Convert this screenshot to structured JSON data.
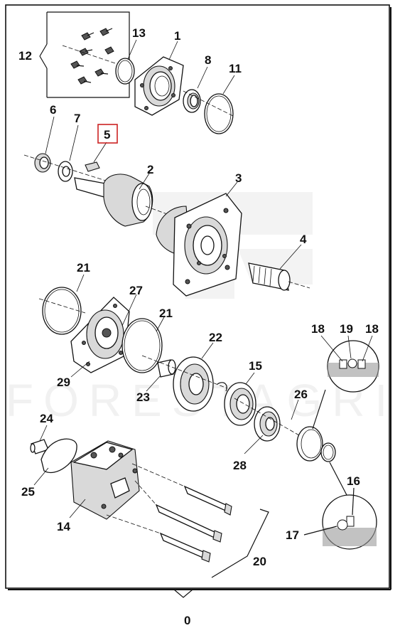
{
  "diagram": {
    "callouts": [
      {
        "id": "c1",
        "label": "1"
      },
      {
        "id": "c2",
        "label": "2"
      },
      {
        "id": "c3",
        "label": "3"
      },
      {
        "id": "c4",
        "label": "4"
      },
      {
        "id": "c5",
        "label": "5"
      },
      {
        "id": "c6",
        "label": "6"
      },
      {
        "id": "c7",
        "label": "7"
      },
      {
        "id": "c8",
        "label": "8"
      },
      {
        "id": "c11",
        "label": "11"
      },
      {
        "id": "c12",
        "label": "12"
      },
      {
        "id": "c13",
        "label": "13"
      },
      {
        "id": "c14",
        "label": "14"
      },
      {
        "id": "c15",
        "label": "15"
      },
      {
        "id": "c16",
        "label": "16"
      },
      {
        "id": "c17",
        "label": "17"
      },
      {
        "id": "c18a",
        "label": "18"
      },
      {
        "id": "c19",
        "label": "19"
      },
      {
        "id": "c18b",
        "label": "18"
      },
      {
        "id": "c20",
        "label": "20"
      },
      {
        "id": "c21a",
        "label": "21"
      },
      {
        "id": "c21b",
        "label": "21"
      },
      {
        "id": "c22",
        "label": "22"
      },
      {
        "id": "c23",
        "label": "23"
      },
      {
        "id": "c24",
        "label": "24"
      },
      {
        "id": "c25",
        "label": "25"
      },
      {
        "id": "c26",
        "label": "26"
      },
      {
        "id": "c27",
        "label": "27"
      },
      {
        "id": "c28",
        "label": "28"
      },
      {
        "id": "c29",
        "label": "29"
      },
      {
        "id": "c0",
        "label": "0"
      }
    ],
    "highlighted_callout": "5",
    "highlight_color": "#cc2222",
    "watermark": "FORESTAGRI"
  }
}
